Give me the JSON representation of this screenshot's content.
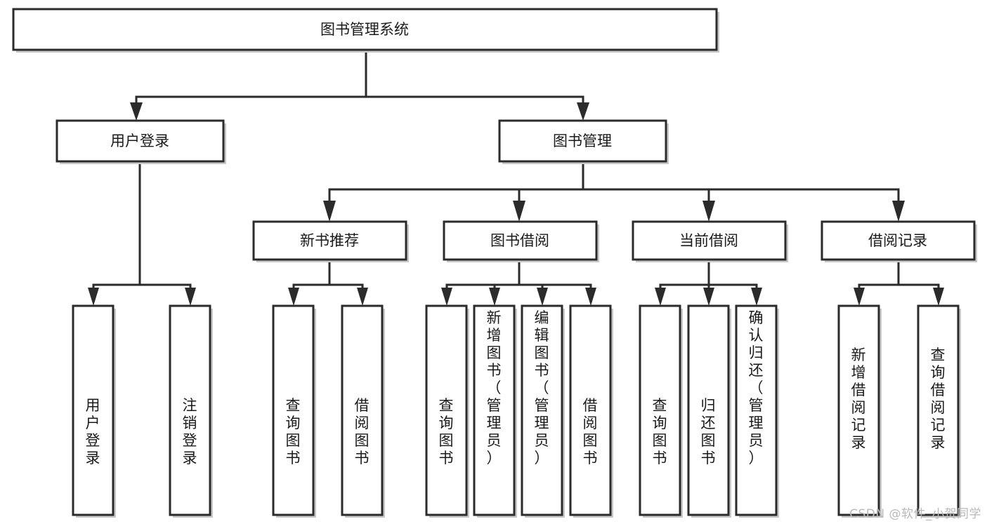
{
  "diagram": {
    "type": "tree-hierarchy",
    "title": "图书管理系统",
    "root": {
      "id": "root",
      "label": "图书管理系统",
      "level": 0
    },
    "level1": [
      {
        "id": "user-login",
        "label": "用户登录",
        "level": 1
      },
      {
        "id": "book-manage",
        "label": "图书管理",
        "level": 1
      }
    ],
    "level2": [
      {
        "id": "new-book-recommend",
        "label": "新书推荐",
        "level": 2,
        "parent": "book-manage"
      },
      {
        "id": "book-borrow",
        "label": "图书借阅",
        "level": 2,
        "parent": "book-manage"
      },
      {
        "id": "current-borrow",
        "label": "当前借阅",
        "level": 2,
        "parent": "book-manage"
      },
      {
        "id": "borrow-record",
        "label": "借阅记录",
        "level": 2,
        "parent": "book-manage"
      }
    ],
    "leaves": [
      {
        "id": "leaf-user-login",
        "label": "用户登录",
        "parent": "user-login"
      },
      {
        "id": "leaf-logout-login",
        "label": "注销登录",
        "parent": "user-login"
      },
      {
        "id": "leaf-query-book-1",
        "label": "查询图书",
        "parent": "new-book-recommend"
      },
      {
        "id": "leaf-borrow-book-1",
        "label": "借阅图书",
        "parent": "new-book-recommend"
      },
      {
        "id": "leaf-query-book-2",
        "label": "查询图书",
        "parent": "book-borrow"
      },
      {
        "id": "leaf-add-book",
        "label": "新增图书（管理员）",
        "parent": "book-borrow"
      },
      {
        "id": "leaf-edit-book",
        "label": "编辑图书（管理员）",
        "parent": "book-borrow"
      },
      {
        "id": "leaf-borrow-book-2",
        "label": "借阅图书",
        "parent": "book-borrow"
      },
      {
        "id": "leaf-query-book-3",
        "label": "查询图书",
        "parent": "current-borrow"
      },
      {
        "id": "leaf-return-book",
        "label": "归还图书",
        "parent": "current-borrow"
      },
      {
        "id": "leaf-confirm-return",
        "label": "确认归还（管理员）",
        "parent": "current-borrow"
      },
      {
        "id": "leaf-add-record",
        "label": "新增借阅记录",
        "parent": "borrow-record"
      },
      {
        "id": "leaf-query-record",
        "label": "查询借阅记录",
        "parent": "borrow-record"
      }
    ]
  },
  "watermark": {
    "text": "CSDN @软件_小贺同学"
  },
  "colors": {
    "border": "#2b2b2b",
    "box_fill": "#ffffff",
    "shadow": "#c9c9c9",
    "text": "#1a1a1a",
    "watermark": "#b9b9b9",
    "background": "#ffffff"
  }
}
